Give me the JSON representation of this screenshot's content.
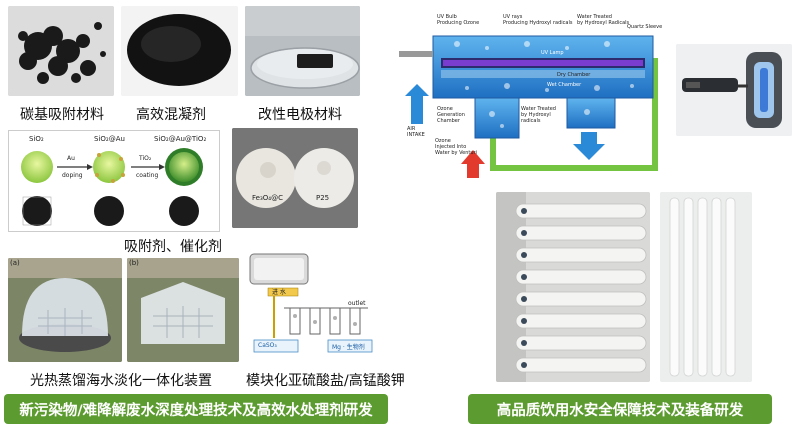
{
  "left": {
    "captions": {
      "carbon": "碳基吸附材料",
      "coagulant": "高效混凝剂",
      "electrode": "改性电极材料",
      "adsorbent": "吸附剂、催化剂",
      "solar": "光热蒸馏海水淡化一体化装置",
      "module": "模块化亚硫酸盐/高锰酸钾"
    },
    "sio2_diagram": {
      "labels": [
        "SiO₂",
        "SiO₂@Au",
        "SiO₂@Au@TiO₂"
      ],
      "step1_top": "Au",
      "step1_bottom": "doping",
      "step2_top": "TiO₂",
      "step2_bottom": "coating"
    },
    "pellets": {
      "left": "Fe₃O₄@C",
      "right": "P25"
    },
    "panel_tags": {
      "a": "(a)",
      "b": "(b)"
    },
    "process": {
      "tank_tag": "进 水",
      "reagent_left": "CaSO₃",
      "reagent_right": "Mg · 生物剂",
      "outlet": "outlet"
    },
    "banner": "新污染物/难降解废水深度处理技术及高效水处理剂研发"
  },
  "right": {
    "uv_labels": {
      "uv_bulb": "UV Bulb\nProducing Ozone",
      "uv_rays": "UV rays\nProducing Hydroxyl radicals",
      "water_treated": "Water Treated\nby Hydroxyl Radicals",
      "quartz": "Quartz Sleeve",
      "uv_lamp": "UV Lamp",
      "dry_chamber": "Dry Chamber",
      "wet_chamber": "Wet Chamber",
      "air_intake": "AIR\nINTAKE",
      "ozone_gen": "Ozone\nGeneration\nChamber",
      "ozone_injected": "Ozone\nInjected Into\nWater by Venturi",
      "water_treated2": "Water Treated\nby Hydroxyl\nradicals"
    },
    "banner": "高品质饮用水安全保障技术及装备研发"
  },
  "colors": {
    "banner_green": "#5c9b2f",
    "uv_blue": "#2a8ad8",
    "pipe_green": "#74c441",
    "purple_lamp": "#7a3ccf"
  }
}
